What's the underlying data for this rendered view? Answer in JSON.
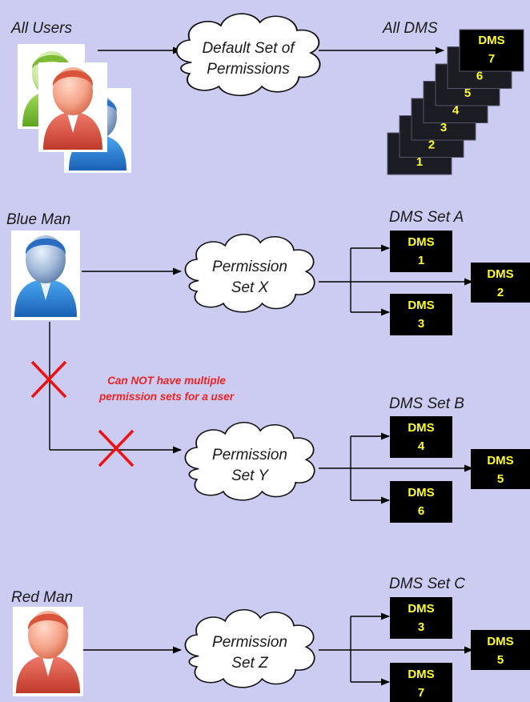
{
  "rows": {
    "all": {
      "user_label": "All Users",
      "cloud_lines": [
        "Default Set of",
        "Permissions"
      ],
      "dms_label": "All DMS",
      "stack_numbers": [
        "1",
        "2",
        "3",
        "4",
        "5",
        "6",
        "7"
      ],
      "stack_word": "DMS"
    },
    "blue": {
      "user_label": "Blue Man",
      "cloud_lines": [
        "Permission",
        "Set X"
      ],
      "set_label": "DMS Set A",
      "dms": [
        {
          "title": "DMS",
          "num": "1"
        },
        {
          "title": "DMS",
          "num": "2"
        },
        {
          "title": "DMS",
          "num": "3"
        }
      ]
    },
    "y": {
      "cloud_lines": [
        "Permission",
        "Set Y"
      ],
      "set_label": "DMS Set B",
      "dms": [
        {
          "title": "DMS",
          "num": "4"
        },
        {
          "title": "DMS",
          "num": "5"
        },
        {
          "title": "DMS",
          "num": "6"
        }
      ]
    },
    "red": {
      "user_label": "Red Man",
      "cloud_lines": [
        "Permission",
        "Set Z"
      ],
      "set_label": "DMS Set C",
      "dms": [
        {
          "title": "DMS",
          "num": "3"
        },
        {
          "title": "DMS",
          "num": "5"
        },
        {
          "title": "DMS",
          "num": "7"
        }
      ]
    }
  },
  "warning_lines": [
    "Can NOT have multiple",
    "permission sets for a user"
  ],
  "icons": {
    "users_group": "users-group-icon",
    "blue_man": "blue-man-icon",
    "red_man": "red-man-icon",
    "cross": "cross-icon"
  },
  "colors": {
    "background": "#ccccf3",
    "dms_box": "#000000",
    "dms_text": "#ffff2a",
    "warning": "#ee2222",
    "cross": "#ee1111"
  }
}
